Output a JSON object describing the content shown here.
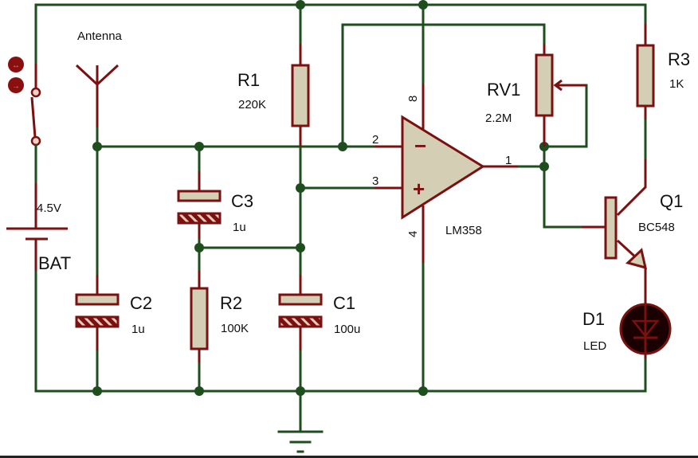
{
  "title": "Mobile Phone Detector Circuit (LM358)",
  "colors": {
    "wire": "#1e4d1e",
    "component": "#7a1010",
    "fill": "#d4cfb4"
  },
  "labels": {
    "antenna": "Antenna",
    "bat": {
      "ref": "BAT",
      "value": "4.5V"
    },
    "r1": {
      "ref": "R1",
      "value": "220K"
    },
    "r2": {
      "ref": "R2",
      "value": "100K"
    },
    "r3": {
      "ref": "R3",
      "value": "1K"
    },
    "rv1": {
      "ref": "RV1",
      "value": "2.2M"
    },
    "c1": {
      "ref": "C1",
      "value": "100u"
    },
    "c2": {
      "ref": "C2",
      "value": "1u"
    },
    "c3": {
      "ref": "C3",
      "value": "1u"
    },
    "u1": {
      "value": "LM358",
      "pin_inv": "2",
      "pin_noninv": "3",
      "pin_out": "1",
      "pin_vcc": "8",
      "pin_gnd": "4",
      "minus": "−",
      "plus": "+"
    },
    "q1": {
      "ref": "Q1",
      "value": "BC548"
    },
    "d1": {
      "ref": "D1",
      "value": "LED"
    }
  }
}
